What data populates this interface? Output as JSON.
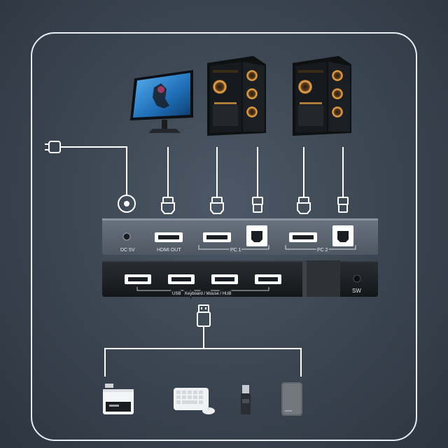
{
  "title": "",
  "labels": {
    "dc": "DC 5V",
    "hdmi_out": "HDMI OUT",
    "pc1": "PC 1",
    "pc2": "PC 2",
    "usb": "USB",
    "usb_desc": "Keyboard / Mouse / HUB",
    "sw": "SW"
  },
  "colors": {
    "background": "#3a4450",
    "line": "#ffffff",
    "device_top": "#5a6470",
    "device_bottom": "#1f2226",
    "pc_fan": "#f2a64a",
    "monitor_screen": "#2a7fc4"
  },
  "icons": {
    "power_plug": "power-plug-icon",
    "monitor": "monitor-icon",
    "pc1": "pc-tower-icon",
    "pc2": "pc-tower-icon",
    "printer": "printer-icon",
    "keyboard": "keyboard-icon",
    "mouse": "mouse-icon",
    "usb_drive": "usb-drive-icon",
    "hard_drive": "external-hdd-icon"
  }
}
